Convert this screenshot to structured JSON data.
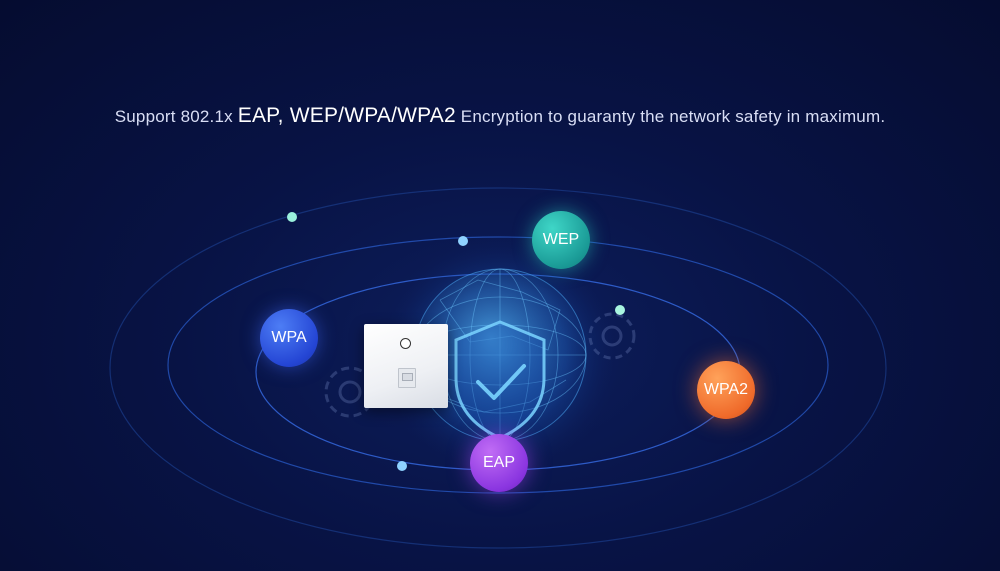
{
  "headline": {
    "part1": "Support 802.1x ",
    "part2": "EAP, WEP/WPA/WPA2",
    "part3": " Encryption to guaranty the network safety in maximum."
  },
  "bubbles": {
    "wep": "WEP",
    "wpa": "WPA",
    "wpa2": "WPA2",
    "eap": "EAP"
  },
  "icons": [
    "globe-icon",
    "shield-check-icon",
    "gear-icon"
  ],
  "colors": {
    "background": "#081345",
    "wep": "#1fa9a2",
    "wpa": "#2b4fe0",
    "wpa2": "#f2742f",
    "eap": "#9440e6",
    "orbit_dot": "#8ee6d6"
  }
}
